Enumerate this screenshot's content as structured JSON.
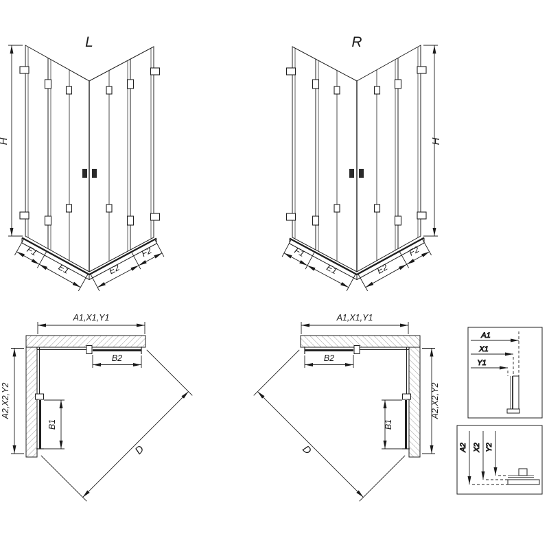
{
  "diagram": {
    "view_left_3d": {
      "label": "L",
      "height_dim": "H",
      "bottom_left_outer": "F1",
      "bottom_left_inner": "E1",
      "bottom_right_inner": "E2",
      "bottom_right_outer": "F2"
    },
    "view_right_3d": {
      "label": "R",
      "height_dim": "H",
      "bottom_left_outer": "F2",
      "bottom_left_inner": "E2",
      "bottom_right_inner": "E1",
      "bottom_right_outer": "F1"
    },
    "plan_left": {
      "top_dim": "A1,X1,Y1",
      "side_dim": "A2,X2,Y2",
      "door_top_dim": "B2",
      "door_side_dim": "B1",
      "diagonal_dim": "D"
    },
    "plan_right": {
      "top_dim": "A1,X1,Y1",
      "side_dim": "A2,X2,Y2",
      "door_top_dim": "B2",
      "door_side_dim": "B1",
      "diagonal_dim": "D"
    },
    "detail_top": {
      "dim1": "A1",
      "dim2": "X1",
      "dim3": "Y1"
    },
    "detail_bottom": {
      "dim1": "A2",
      "dim2": "X2",
      "dim3": "Y2"
    }
  }
}
